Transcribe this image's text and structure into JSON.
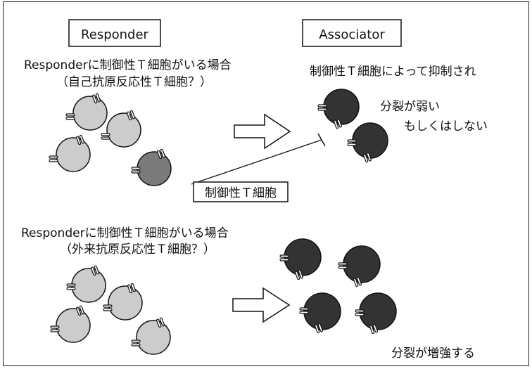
{
  "headers": {
    "responder": "Responder",
    "associator": "Associator"
  },
  "top_section": {
    "line1": "Responderに制御性Ｔ細胞がいる場合",
    "line2": "（自己抗原反応性Ｔ細胞？）",
    "outcome_title": "制御性Ｔ細胞によって抑制され",
    "outcome_detail_1": "分裂が弱い",
    "outcome_detail_2": "もしくはしない",
    "treg_label": "制御性Ｔ細胞"
  },
  "bottom_section": {
    "line1": "Responderに制御性Ｔ細胞がいる場合",
    "line2": "（外来抗原反応性Ｔ細胞？）",
    "outcome": "分裂が増強する"
  },
  "colors": {
    "responder_cell": "#cccccc",
    "treg_cell": "#7a7a7a",
    "associator_cell": "#333333",
    "outline": "#111111"
  }
}
